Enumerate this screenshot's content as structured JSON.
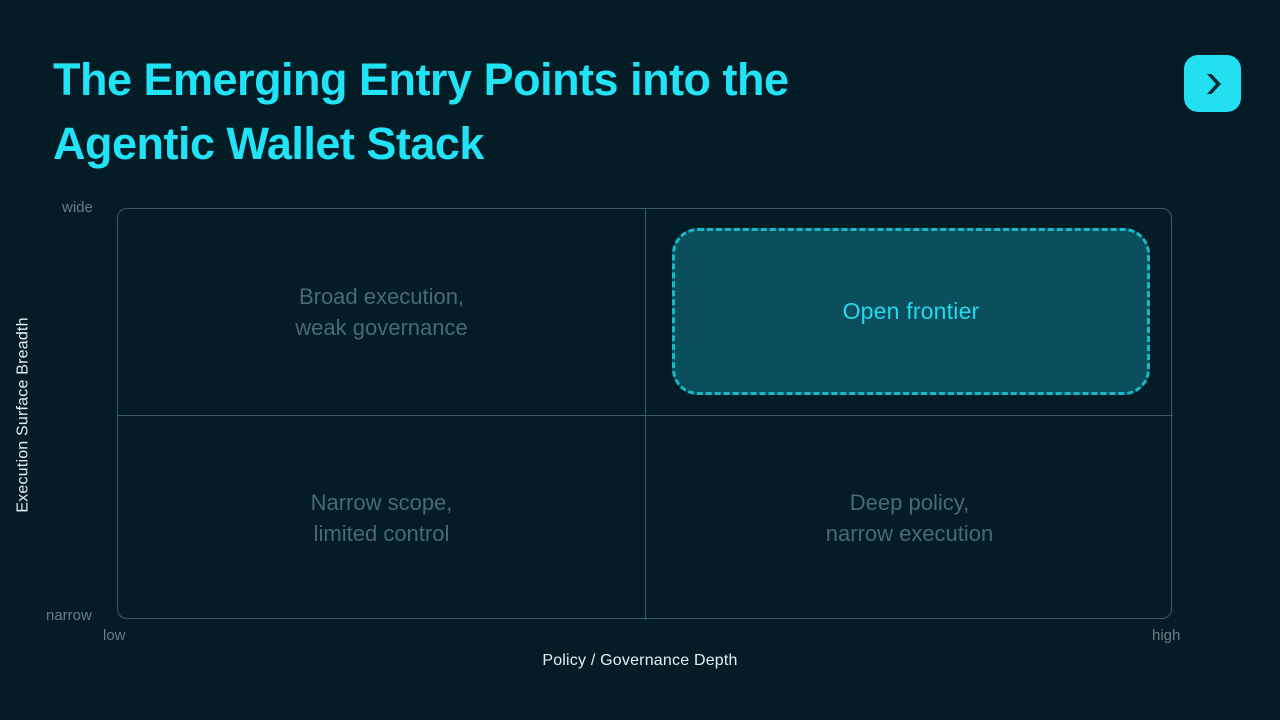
{
  "slide": {
    "title_line_1": "The Emerging Entry Points into the",
    "title_line_2": "Agentic Wallet Stack",
    "logo_icon": "chevron-right-icon"
  },
  "colors": {
    "background": "#031c26",
    "title_cyan": "#22e2f5",
    "logo_cyan": "#22dff2",
    "grid_line": "#3a5c66",
    "muted_label": "#4a6a72",
    "axis_text": "#e6eef0",
    "tick_text": "#647e86",
    "highlight_fill": "#0b4f5d",
    "highlight_border": "#18b8c8",
    "highlight_text": "#22d9ef"
  },
  "chart_data": {
    "type": "table",
    "title": "The Emerging Entry Points into the Agentic Wallet Stack",
    "xlabel": "Policy / Governance Depth",
    "ylabel": "Execution Surface Breadth",
    "x_ticks": [
      "low",
      "high"
    ],
    "y_ticks": [
      "narrow",
      "wide"
    ],
    "grid": true,
    "legend": "none",
    "quadrants": [
      {
        "position": "top-left",
        "x": "low",
        "y": "wide",
        "label_line_1": "Broad execution,",
        "label_line_2": "weak governance",
        "highlighted": false
      },
      {
        "position": "top-right",
        "x": "high",
        "y": "wide",
        "label_line_1": "Open frontier",
        "label_line_2": "",
        "highlighted": true
      },
      {
        "position": "bottom-left",
        "x": "low",
        "y": "narrow",
        "label_line_1": "Narrow scope,",
        "label_line_2": "limited control",
        "highlighted": false
      },
      {
        "position": "bottom-right",
        "x": "high",
        "y": "narrow",
        "label_line_1": "Deep policy,",
        "label_line_2": "narrow execution",
        "highlighted": false
      }
    ]
  }
}
